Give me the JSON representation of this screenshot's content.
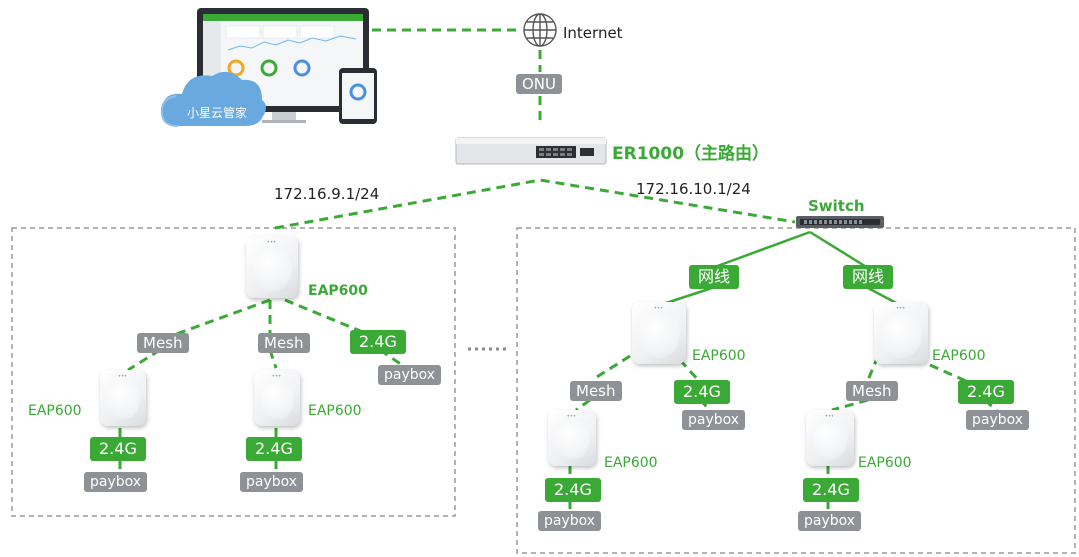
{
  "top": {
    "internet_label": "Internet",
    "onu_label": "ONU",
    "cloud_label": "小星云管家",
    "router_label": "ER1000（主路由）",
    "left_subnet": "172.16.9.1/24",
    "right_subnet": "172.16.10.1/24",
    "switch_label": "Switch"
  },
  "left_zone": {
    "root_ap": "EAP600",
    "links": [
      "Mesh",
      "Mesh",
      "2.4G"
    ],
    "paybox_top": "paybox",
    "child_left_ap": "EAP600",
    "child_mid_ap": "EAP600",
    "band_left": "2.4G",
    "band_mid": "2.4G",
    "paybox_left": "paybox",
    "paybox_mid": "paybox"
  },
  "right_zone": {
    "wire_left": "网线",
    "wire_right": "网线",
    "ap_left": "EAP600",
    "ap_right": "EAP600",
    "mesh_left": "Mesh",
    "mesh_right": "Mesh",
    "band_left_top": "2.4G",
    "band_right_top": "2.4G",
    "paybox_left_top": "paybox",
    "paybox_right_top": "paybox",
    "sub_ap_left": "EAP600",
    "sub_ap_right": "EAP600",
    "band_left_bottom": "2.4G",
    "band_right_bottom": "2.4G",
    "paybox_left_bottom": "paybox",
    "paybox_right_bottom": "paybox"
  },
  "colors": {
    "link_green": "#3aa935",
    "tag_grey": "#8e9296",
    "zone_border": "#9a9a9a"
  }
}
